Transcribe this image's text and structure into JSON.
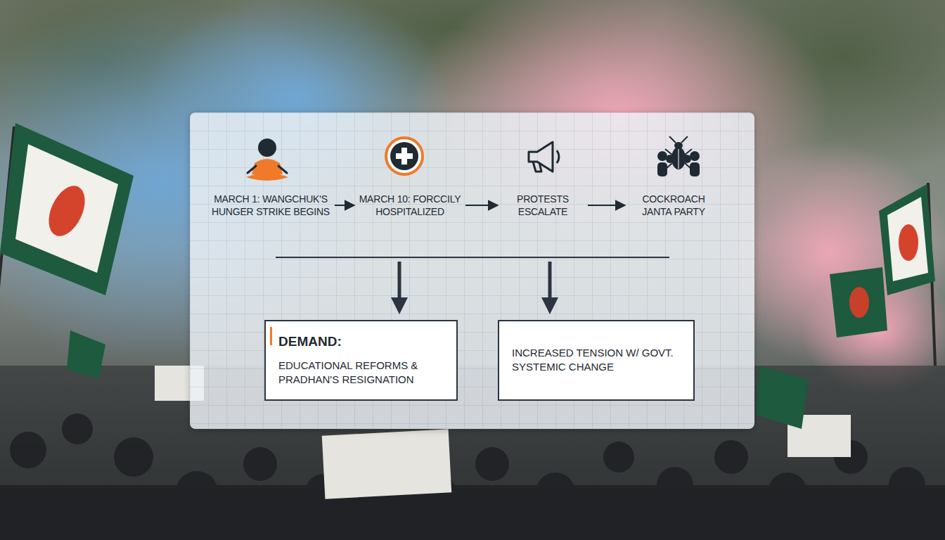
{
  "diagram": {
    "nodes": [
      {
        "text": [
          "MARCH 1: WANGCHUK'S HUNGER STRIKE BEGINS"
        ]
      },
      {
        "text": [
          "MARCH 10: FORCCILY HOSPITALIZED"
        ]
      },
      {
        "text": [
          "PROTESTS ESCALATE"
        ]
      },
      {
        "text": [
          "COCKROACH JANTA PARTY"
        ]
      },
      {
        "text": [
          "DEMAND:",
          "EDUCATIONAL REFORMS & PRADHAN'S RESIGNATION"
        ]
      },
      {
        "text": [
          "INCREASED TENSION W/ GOVT. SYSTEMIC CHANGE"
        ]
      }
    ],
    "edges": [
      {
        "from": 0,
        "to": 1,
        "arrow": "to"
      },
      {
        "from": 1,
        "to": 2,
        "arrow": "to"
      },
      {
        "from": 2,
        "to": 3,
        "arrow": "to"
      }
    ]
  }
}
